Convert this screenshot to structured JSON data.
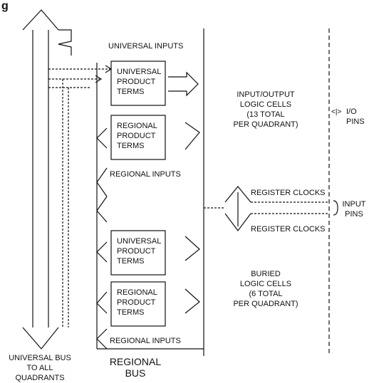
{
  "title": "g",
  "bus": {
    "universal_label": [
      "UNIVERSAL BUS",
      "TO ALL",
      "QUADRANTS"
    ],
    "regional_label": [
      "REGIONAL",
      "BUS"
    ]
  },
  "blocks": {
    "upt_top": [
      "UNIVERSAL",
      "PRODUCT",
      "TERMS"
    ],
    "rpt_top": [
      "REGIONAL",
      "PRODUCT",
      "TERMS"
    ],
    "upt_bottom": [
      "UNIVERSAL",
      "PRODUCT",
      "TERMS"
    ],
    "rpt_bottom": [
      "REGIONAL",
      "PRODUCT",
      "TERMS"
    ]
  },
  "inputs": {
    "universal_inputs": "UNIVERSAL INPUTS",
    "regional_inputs_top": "REGIONAL INPUTS",
    "regional_inputs_bottom": "REGIONAL INPUTS"
  },
  "cells": {
    "io_cells": [
      "INPUT/OUTPUT",
      "LOGIC CELLS",
      "(13 TOTAL",
      "PER QUADRANT)"
    ],
    "buried_cells": [
      "BURIED",
      "LOGIC CELLS",
      "(6 TOTAL",
      "PER QUADRANT)"
    ]
  },
  "clocks": {
    "top": "REGISTER CLOCKS",
    "bottom": "REGISTER CLOCKS"
  },
  "pins": {
    "io_arrow": "<|>",
    "io": [
      "I/O",
      "PINS"
    ],
    "input": [
      "INPUT",
      "PINS"
    ]
  }
}
